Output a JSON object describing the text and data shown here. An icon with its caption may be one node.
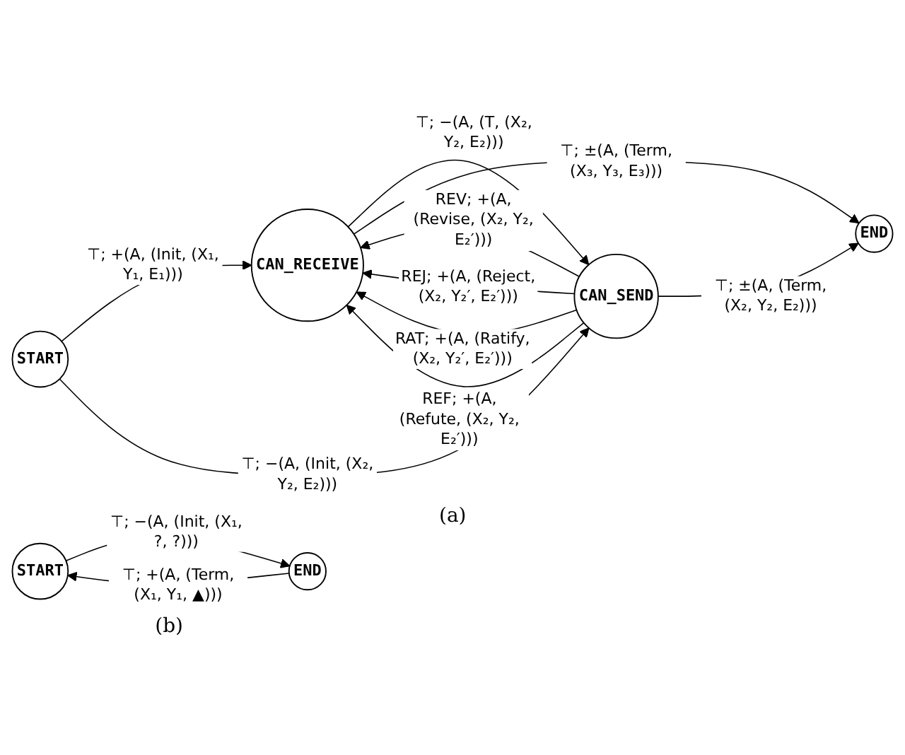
{
  "diagram": {
    "nodes": [
      {
        "text": [
          "START"
        ]
      },
      {
        "text": [
          "CAN_RECEIVE"
        ]
      },
      {
        "text": [
          "CAN_SEND"
        ]
      },
      {
        "text": [
          "END"
        ]
      },
      {
        "text": [
          "START"
        ]
      },
      {
        "text": [
          "END"
        ]
      }
    ],
    "edges": [
      {
        "from": 0,
        "to": 1,
        "arrow": "to",
        "label": "⊤; +(A, (Init, (X₁, Y₁, E₁)))"
      },
      {
        "from": 0,
        "to": 2,
        "arrow": "to",
        "label": "⊤; −(A, (Init, (X₂, Y₂, E₂)))"
      },
      {
        "from": 2,
        "to": 1,
        "arrow": "to",
        "label": "REV; +(A, (Revise, (X₂, Y₂, E₂′)))"
      },
      {
        "from": 2,
        "to": 1,
        "arrow": "to",
        "label": "REJ; +(A, (Reject, (X₂, Y₂′, E₂′)))"
      },
      {
        "from": 1,
        "to": 2,
        "arrow": "to",
        "label": "⊤; −(A, (T, (X₂, Y₂, E₂)))"
      },
      {
        "from": 2,
        "to": 1,
        "arrow": "to",
        "label": "RAT; +(A, (Ratify, (X₂, Y₂′, E₂′)))"
      },
      {
        "from": 2,
        "to": 1,
        "arrow": "to",
        "label": "REF; +(A, (Refute, (X₂, Y₂, E₂′)))"
      },
      {
        "from": 1,
        "to": 3,
        "arrow": "to",
        "label": "⊤; ±(A, (Term, (X₃, Y₃, E₃)))"
      },
      {
        "from": 2,
        "to": 3,
        "arrow": "to",
        "label": "⊤; ±(A, (Term, (X₂, Y₂, E₂)))"
      },
      {
        "from": 4,
        "to": 5,
        "arrow": "to",
        "label": "⊤; −(A, (Init, (X₁, ?, ?)))"
      },
      {
        "from": 5,
        "to": 4,
        "arrow": "to",
        "label": "⊤; +(A, (Term, (X₁, Y₁, ▲)))"
      }
    ],
    "labels": [
      "(a)",
      "(b)"
    ]
  }
}
